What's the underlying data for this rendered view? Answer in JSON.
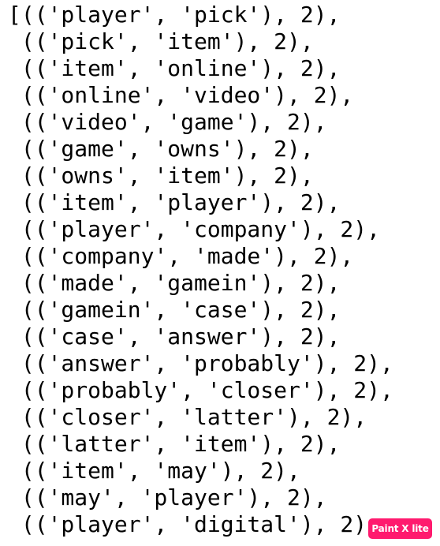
{
  "output_lines": [
    "[(('player', 'pick'), 2),",
    " (('pick', 'item'), 2),",
    " (('item', 'online'), 2),",
    " (('online', 'video'), 2),",
    " (('video', 'game'), 2),",
    " (('game', 'owns'), 2),",
    " (('owns', 'item'), 2),",
    " (('item', 'player'), 2),",
    " (('player', 'company'), 2),",
    " (('company', 'made'), 2),",
    " (('made', 'gamein'), 2),",
    " (('gamein', 'case'), 2),",
    " (('case', 'answer'), 2),",
    " (('answer', 'probably'), 2),",
    " (('probably', 'closer'), 2),",
    " (('closer', 'latter'), 2),",
    " (('latter', 'item'), 2),",
    " (('item', 'may'), 2),",
    " (('may', 'player'), 2),",
    " (('player', 'digital'), 2),"
  ],
  "watermark": {
    "label": "Paint X lite",
    "color": "#ff1a6e"
  }
}
